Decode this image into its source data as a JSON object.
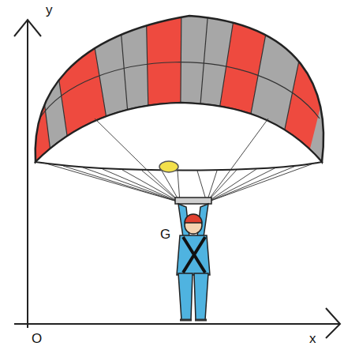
{
  "diagram": {
    "labels": [
      "y",
      "G",
      "O",
      "x"
    ]
  }
}
